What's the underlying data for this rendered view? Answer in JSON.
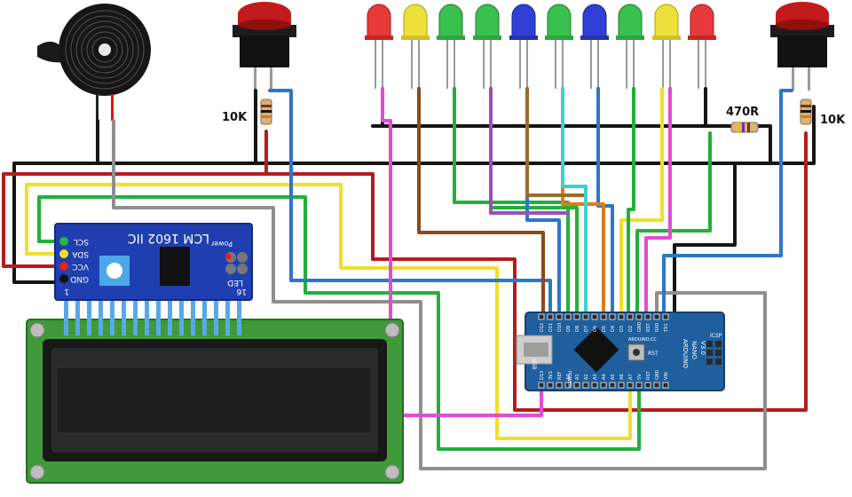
{
  "labels": {
    "r_left": "10K",
    "r_right": "10K",
    "r_led": "470R"
  },
  "i2c": {
    "title": "LCM 1602 IIC",
    "power": "Power",
    "led": "LED",
    "pins": [
      "SCL",
      "SDA",
      "VCC",
      "GND"
    ],
    "n1": "1",
    "n16": "16"
  },
  "nano": {
    "top_pins": [
      "D12",
      "D11",
      "D10",
      "D9",
      "D8",
      "D7",
      "D6",
      "D5",
      "D4",
      "D3",
      "D2",
      "GND",
      "RST",
      "RX0",
      "TX1"
    ],
    "bottom_pins": [
      "D13",
      "3V3",
      "REF",
      "A0",
      "A1",
      "A2",
      "A3",
      "A4",
      "A5",
      "A6",
      "A7",
      "5V",
      "RST",
      "GND",
      "VIN"
    ],
    "brand_lines": [
      "ARDUINO",
      "NANO",
      "V3.0"
    ],
    "icsp": "ICSP",
    "usb": "USB",
    "rst": "RST",
    "pwr": "POWER",
    "cc": "ARDUINO.CC"
  },
  "colors": {
    "pcb": "#1f5f9e",
    "lcd_board": "#3f9a3a",
    "led_colors": [
      "#e63a3a",
      "#ebe13a",
      "#39c04e",
      "#39c04e",
      "#2f3ed6",
      "#39c04e",
      "#2f3ed6",
      "#39c04e",
      "#ebe13a",
      "#e63a3a"
    ]
  }
}
